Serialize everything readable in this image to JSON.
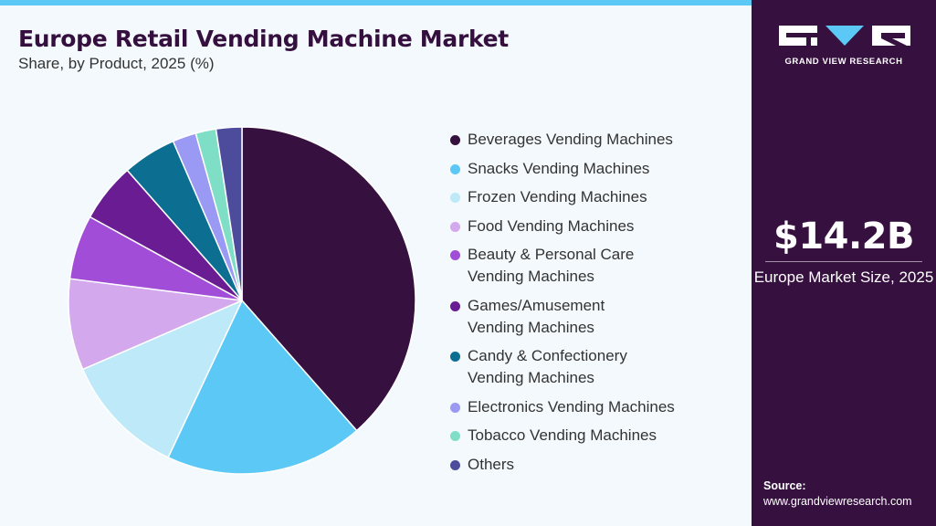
{
  "header": {
    "title": "Europe Retail Vending Machine Market",
    "subtitle": "Share, by Product, 2025 (%)"
  },
  "chart_data": {
    "type": "pie",
    "title": "Europe Retail Vending Machine Market",
    "subtitle": "Share, by Product, 2025 (%)",
    "legend_position": "right",
    "start_angle": "12 o'clock",
    "direction": "clockwise",
    "series": [
      {
        "name": "Beverages Vending Machines",
        "value": 38.5,
        "color": "#36103f"
      },
      {
        "name": "Snacks Vending Machines",
        "value": 18.5,
        "color": "#5bc8f5"
      },
      {
        "name": "Frozen Vending Machines",
        "value": 11.5,
        "color": "#bde9f9"
      },
      {
        "name": "Food Vending Machines",
        "value": 8.5,
        "color": "#d4a8ec"
      },
      {
        "name": "Beauty & Personal Care Vending Machines",
        "value": 6.0,
        "color": "#a14dd7"
      },
      {
        "name": "Games/Amusement Vending Machines",
        "value": 5.5,
        "color": "#6a1d92"
      },
      {
        "name": "Candy & Confectionery Vending Machines",
        "value": 5.0,
        "color": "#0c6e91"
      },
      {
        "name": "Electronics Vending Machines",
        "value": 2.2,
        "color": "#9a9af4"
      },
      {
        "name": "Tobacco Vending Machines",
        "value": 1.9,
        "color": "#7fdfc6"
      },
      {
        "name": "Others",
        "value": 2.4,
        "color": "#4d4c9c"
      }
    ]
  },
  "sidebar": {
    "logo_text": "GRAND VIEW RESEARCH",
    "market_size": "$14.2B",
    "market_caption": "Europe Market Size, 2025",
    "source_label": "Source:",
    "source_url": "www.grandviewresearch.com",
    "brand_color": "#36103f",
    "accent_color": "#5bc8f5"
  }
}
